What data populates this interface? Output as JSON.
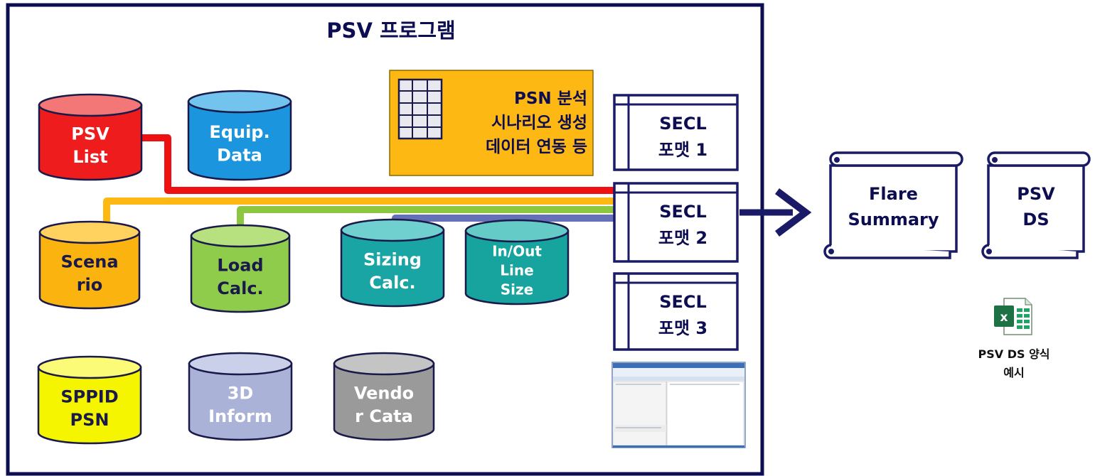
{
  "title": "PSV 프로그램",
  "colors": {
    "frame": "#0d0d52",
    "text": "#0d0d52",
    "red": "#ee1111",
    "orange": "#fdb813",
    "green": "#8dc63f",
    "purple": "#6670b8",
    "arrow": "#1a1a66"
  },
  "databases": [
    {
      "id": "psv-list",
      "lines": [
        "PSV",
        "List"
      ],
      "body": "#ee1c1c",
      "top": "#f47777",
      "text": "#ffffff"
    },
    {
      "id": "equip-data",
      "lines": [
        "Equip.",
        "Data"
      ],
      "body": "#1b95de",
      "top": "#72c4ef",
      "text": "#ffffff"
    },
    {
      "id": "scenario",
      "lines": [
        "Scena",
        "rio"
      ],
      "body": "#fbb40f",
      "top": "#ffd15e",
      "text": "#1a1a4a"
    },
    {
      "id": "load-calc",
      "lines": [
        "Load",
        "Calc."
      ],
      "body": "#8fcc4b",
      "top": "#b6e17e",
      "text": "#1a1a4a"
    },
    {
      "id": "sizing-calc",
      "lines": [
        "Sizing",
        "Calc."
      ],
      "body": "#1aa5a5",
      "top": "#6fd0cf",
      "text": "#ffffff"
    },
    {
      "id": "in-out-line-size",
      "lines": [
        "In/Out",
        "Line",
        "Size"
      ],
      "body": "#17a39e",
      "top": "#64cbc6",
      "text": "#ffffff"
    },
    {
      "id": "sppid-psn",
      "lines": [
        "SPPID",
        "PSN"
      ],
      "body": "#f5f500",
      "top": "#fbfb77",
      "text": "#1a1a4a"
    },
    {
      "id": "3d-inform",
      "lines": [
        "3D",
        "Inform"
      ],
      "body": "#aab2d8",
      "top": "#cbd0ea",
      "text": "#ffffff"
    },
    {
      "id": "vendor-cata",
      "lines": [
        "Vendo",
        "r Cata"
      ],
      "body": "#9a9a9a",
      "top": "#c4c4c4",
      "text": "#ffffff"
    }
  ],
  "psn_box": {
    "lines": [
      "PSN 분석",
      "시나리오 생성",
      "데이터 연동 등"
    ],
    "color": "#fdb813"
  },
  "secl": [
    {
      "id": "secl-1",
      "lines": [
        "SECL",
        "포맷 1"
      ]
    },
    {
      "id": "secl-2",
      "lines": [
        "SECL",
        "포맷 2"
      ]
    },
    {
      "id": "secl-3",
      "lines": [
        "SECL",
        "포맷 3"
      ]
    }
  ],
  "outputs": [
    {
      "id": "flare-summary",
      "lines": [
        "Flare",
        "Summary"
      ]
    },
    {
      "id": "psv-ds",
      "lines": [
        "PSV",
        "DS"
      ]
    }
  ],
  "excel": {
    "caption_lines": [
      "PSV DS 양식",
      "예시"
    ],
    "icon": "excel-icon"
  }
}
